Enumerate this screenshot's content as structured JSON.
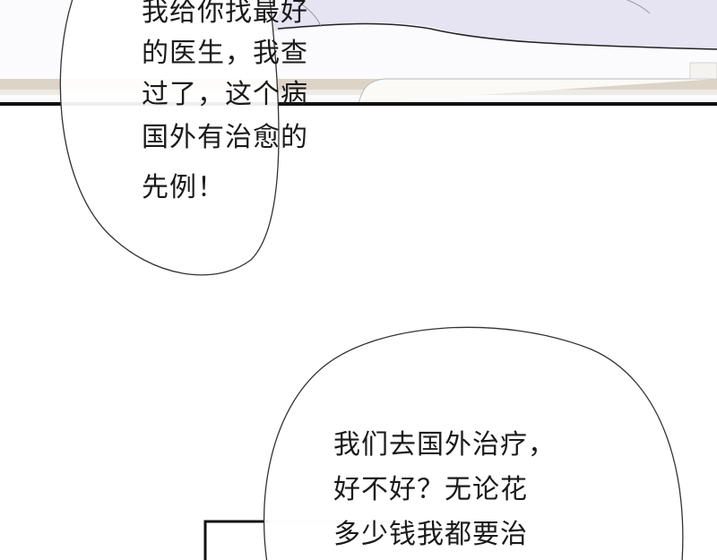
{
  "bubble_top": {
    "lines": [
      "我给你找最好",
      "的医生，我查",
      "过了，这个病",
      "国外有治愈的",
      "先例！"
    ]
  },
  "bubble_bottom": {
    "lines": [
      "我们去国外治疗，",
      "好不好？无论花",
      "多少钱我都要治"
    ]
  },
  "colors": {
    "fabric": "#e6e4f2",
    "shelf": "#d8cfc3",
    "panel_border": "#111111"
  }
}
